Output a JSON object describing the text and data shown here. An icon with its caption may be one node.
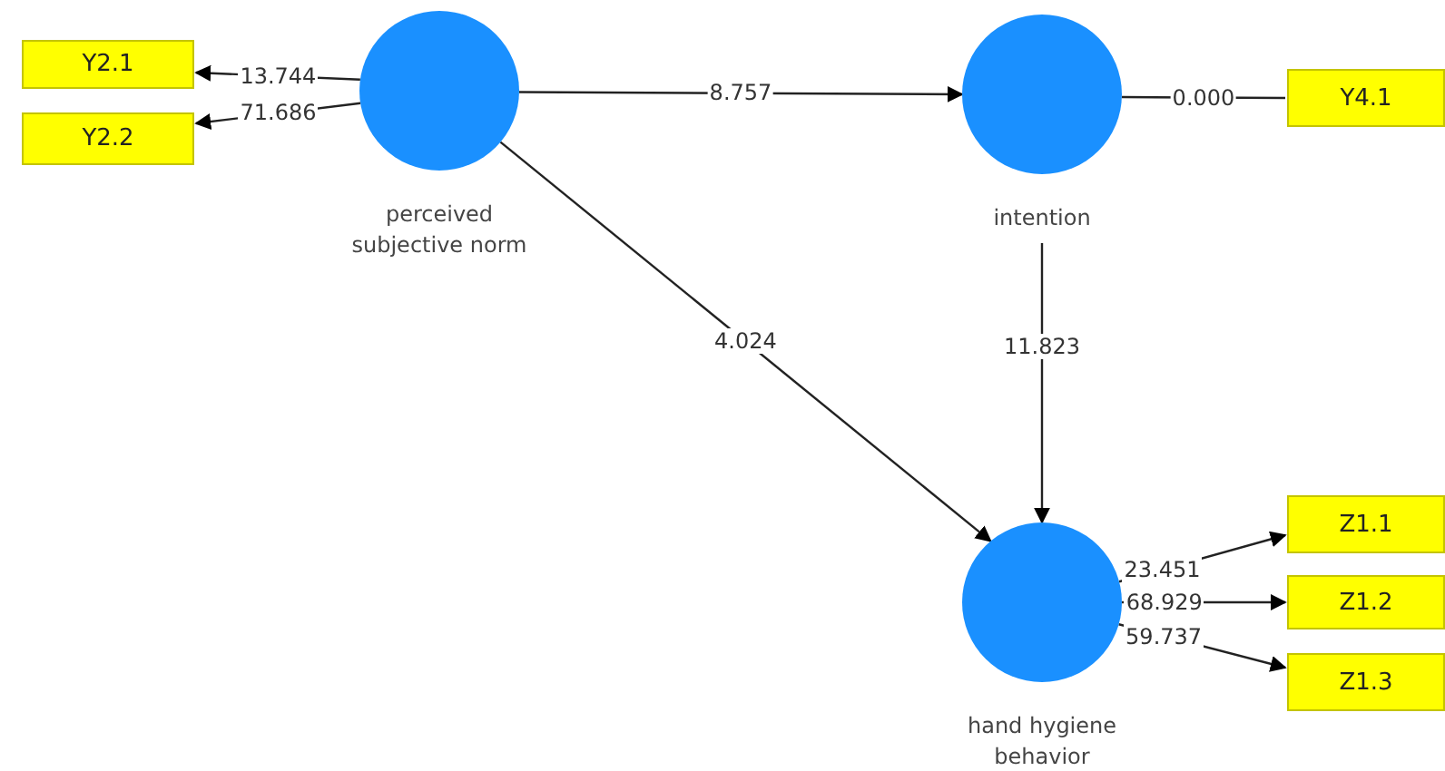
{
  "diagram": {
    "nodes": [
      {
        "text": [
          "Y2.1"
        ]
      },
      {
        "text": [
          "Y2.2"
        ]
      },
      {
        "text": [
          "perceived subjective norm"
        ]
      },
      {
        "text": [
          "intention"
        ]
      },
      {
        "text": [
          "Y4.1"
        ]
      },
      {
        "text": [
          "hand hygiene behavior"
        ]
      },
      {
        "text": [
          "Z1.1"
        ]
      },
      {
        "text": [
          "Z1.2"
        ]
      },
      {
        "text": [
          "Z1.3"
        ]
      }
    ],
    "edges": [
      {
        "from": 2,
        "to": 0,
        "arrow": "to",
        "label": "13.744"
      },
      {
        "from": 2,
        "to": 1,
        "arrow": "to",
        "label": "71.686"
      },
      {
        "from": 2,
        "to": 3,
        "arrow": "to",
        "label": "8.757"
      },
      {
        "from": 2,
        "to": 5,
        "arrow": "to",
        "label": "4.024"
      },
      {
        "from": 3,
        "to": 4,
        "arrow": "none",
        "label": "0.000"
      },
      {
        "from": 3,
        "to": 5,
        "arrow": "to",
        "label": "11.823"
      },
      {
        "from": 5,
        "to": 6,
        "arrow": "to",
        "label": "23.451"
      },
      {
        "from": 5,
        "to": 7,
        "arrow": "to",
        "label": "68.929"
      },
      {
        "from": 5,
        "to": 8,
        "arrow": "to",
        "label": "59.737"
      }
    ]
  }
}
